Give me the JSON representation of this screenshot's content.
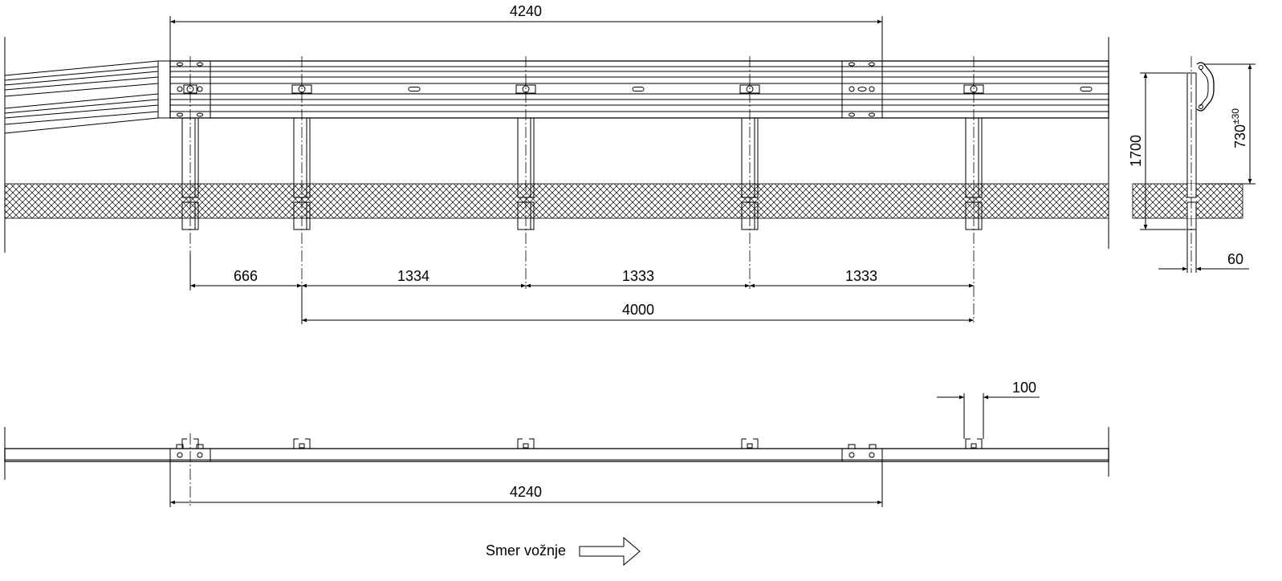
{
  "drawing": {
    "elevation": {
      "top_dimension": "4240",
      "post_spacings": [
        "666",
        "1334",
        "1333",
        "1333"
      ],
      "total_post_span": "4000"
    },
    "section": {
      "height_total": "1700",
      "rail_height": "730",
      "rail_height_tolerance": "±30",
      "post_width": "60"
    },
    "plan": {
      "post_width": "100",
      "bottom_dimension": "4240"
    },
    "direction": {
      "label": "Smer vožnje",
      "arrow_icon": "right-arrow-icon"
    }
  }
}
